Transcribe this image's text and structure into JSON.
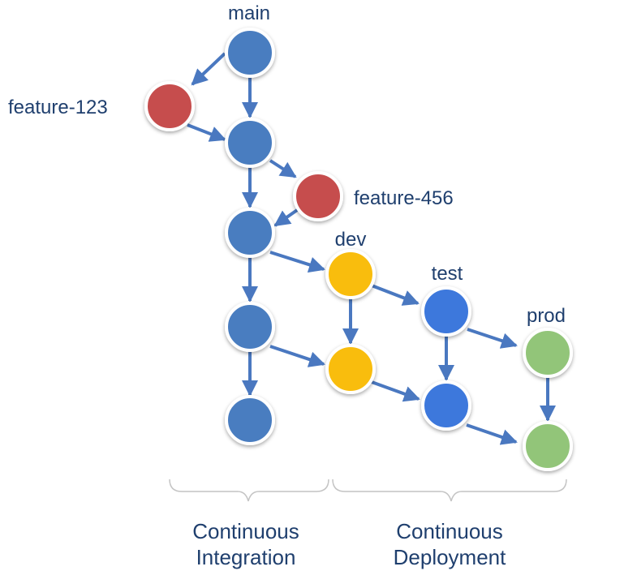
{
  "colors": {
    "main": "#4a7dc0",
    "feature": "#c64d4d",
    "dev": "#f9bd0a",
    "test": "#3c78dc",
    "prod": "#92c579",
    "edge": "#4a78c0",
    "text": "#1f3f6e"
  },
  "branches": {
    "main": "main",
    "feature_123": "feature-123",
    "feature_456": "feature-456",
    "dev": "dev",
    "test": "test",
    "prod": "prod"
  },
  "sections": {
    "ci_line1": "Continuous",
    "ci_line2": "Integration",
    "cd_line1": "Continuous",
    "cd_line2": "Deployment"
  }
}
